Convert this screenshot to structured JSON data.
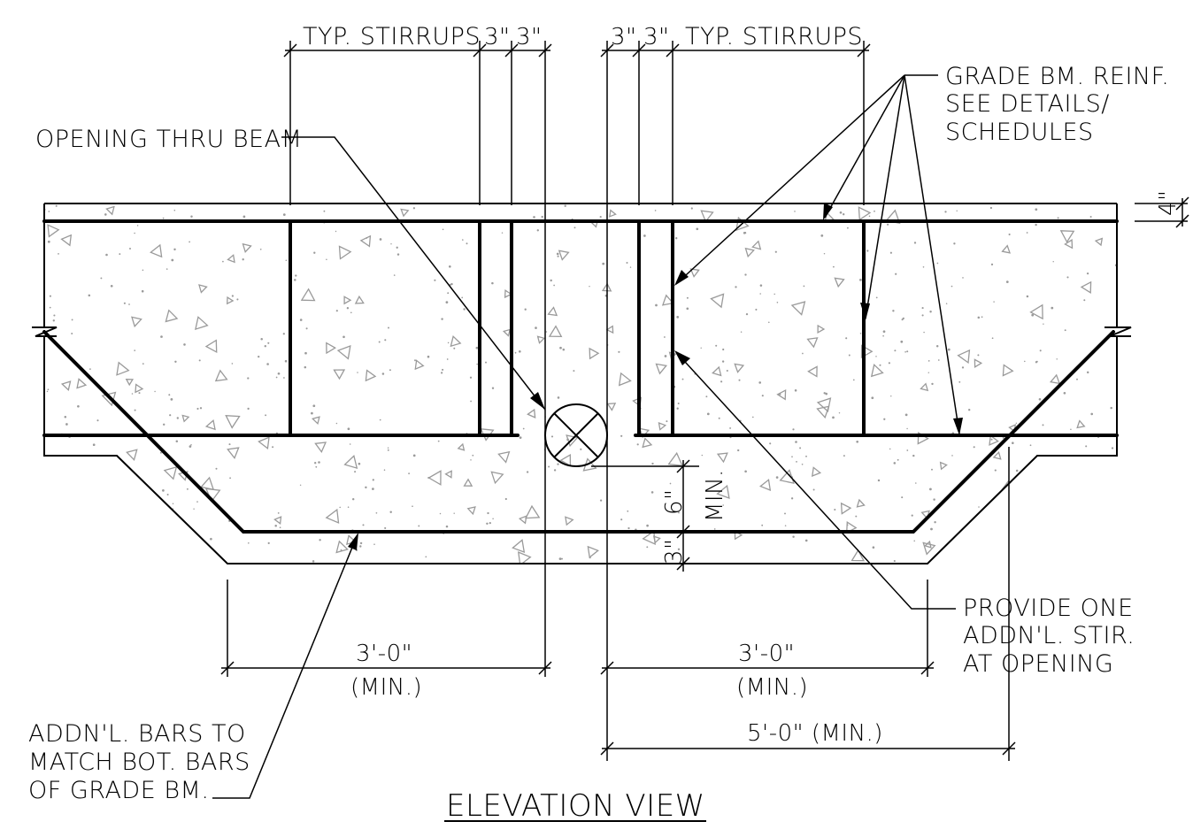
{
  "labels": {
    "typ_stirrups_left": "TYP. STIRRUPS",
    "dim_3_a": "3\"",
    "dim_3_b": "3\"",
    "dim_3_c": "3\"",
    "dim_3_d": "3\"",
    "typ_stirrups_right": "TYP. STIRRUPS",
    "opening_thru_beam": "OPENING THRU BEAM",
    "grade_bm_reinf": [
      "GRADE BM. REINF.",
      "SEE DETAILS/",
      "SCHEDULES"
    ],
    "dim_4": "4\"",
    "dim_6": "6\"",
    "dim_min_vertical": "MIN.",
    "dim_3_bottom": "3\"",
    "provide_one": [
      "PROVIDE ONE",
      "ADDN'L. STIR.",
      "AT OPENING"
    ],
    "dim_3ft_left": "3'-0\"",
    "min_left": "(MIN.)",
    "dim_3ft_right": "3'-0\"",
    "min_right": "(MIN.)",
    "dim_5ft": "5'-0\" (MIN.)",
    "addnl_bars": [
      "ADDN'L. BARS TO",
      "MATCH BOT. BARS",
      "OF GRADE BM."
    ],
    "title": "ELEVATION VIEW"
  },
  "colors": {
    "ink": "#000000",
    "concrete_stipple": "#9a9a9a",
    "background": "#ffffff"
  }
}
